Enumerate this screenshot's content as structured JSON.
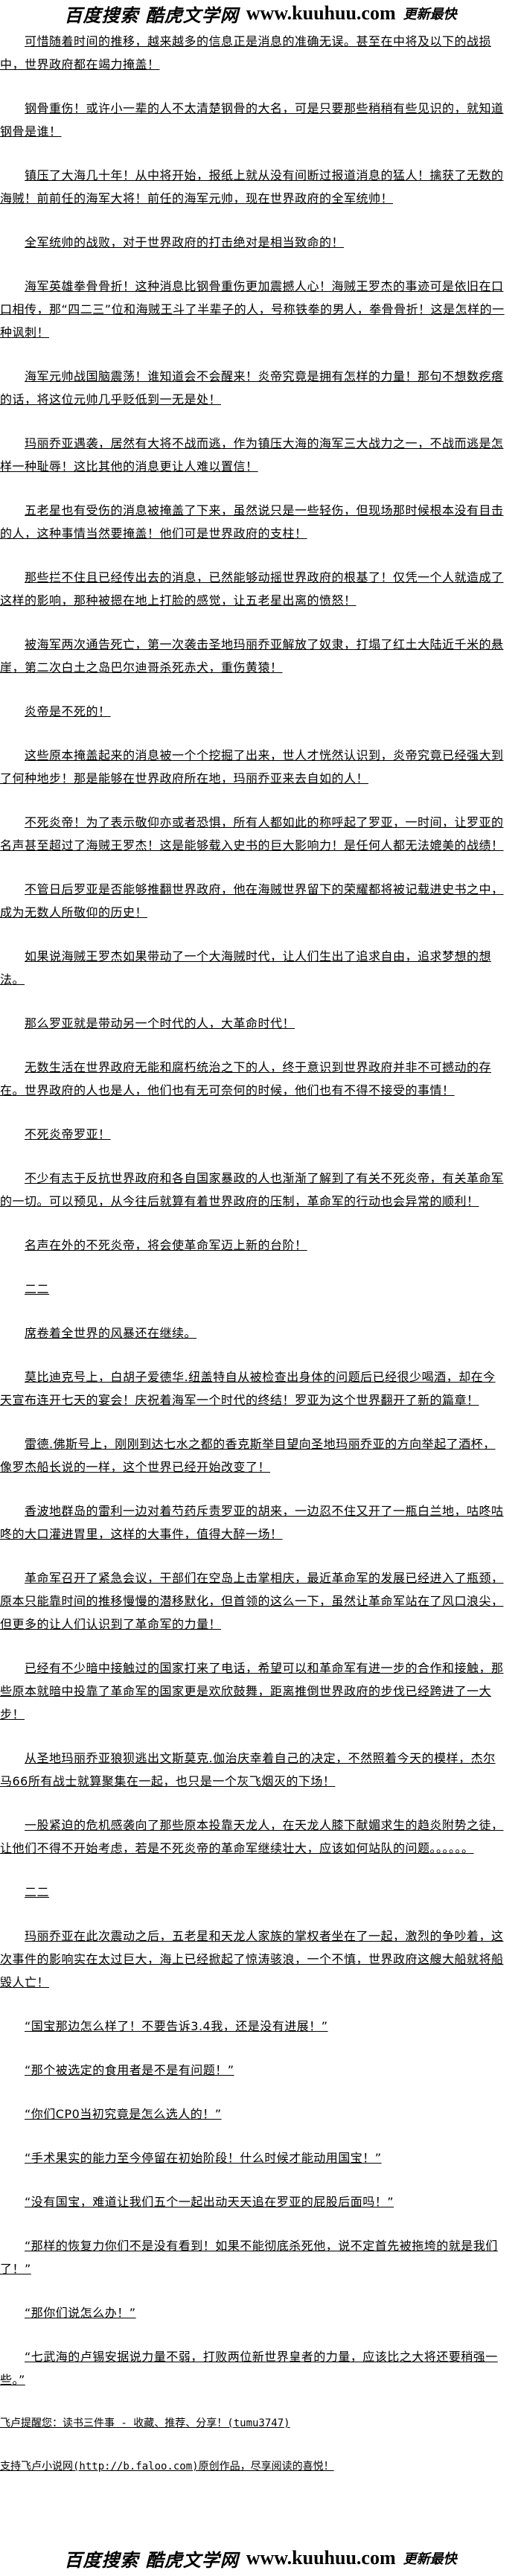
{
  "banner": {
    "part1": "百度搜索 酷虎文学网",
    "url": "www.kuuhuu.com",
    "part2": "更新最快"
  },
  "paragraphs": [
    "可惜随着时间的推移，越来越多的信息正是消息的准确无误。甚至在中将及以下的战损中，世界政府都在竭力掩盖！",
    "钢骨重伤！或许小一辈的人不太清楚钢骨的大名，可是只要那些稍稍有些见识的，就知道钢骨是谁！",
    "镇压了大海几十年！从中将开始，报纸上就从没有间断过报道消息的猛人！擒获了无数的海贼！前前任的海军大将！前任的海军元帅，现在世界政府的全军统帅！",
    "全军统帅的战败，对于世界政府的打击绝对是相当致命的！",
    "海军英雄拳骨骨折！这种消息比钢骨重伤更加震撼人心！海贼王罗杰的事迹可是依旧在口口相传，那“四二三”位和海贼王斗了半辈子的人，号称铁拳的男人，拳骨骨折！这是怎样的一种讽刺！",
    "海军元帅战国脑震荡！谁知道会不会醒来！炎帝究竟是拥有怎样的力量！那句不想数疙瘩的话，将这位元帅几乎贬低到一无是处！",
    "玛丽乔亚遇袭，居然有大将不战而逃，作为镇压大海的海军三大战力之一，不战而逃是怎样一种耻辱！这比其他的消息更让人难以置信！",
    "五老星也有受伤的消息被掩盖了下来，虽然说只是一些轻伤，但现场那时候根本没有目击的人，这种事情当然要掩盖！他们可是世界政府的支柱！",
    "那些拦不住且已经传出去的消息，已然能够动摇世界政府的根基了！仅凭一个人就造成了这样的影响，那种被摁在地上打脸的感觉，让五老星出离的愤怒！",
    "被海军两次通告死亡，第一次袭击圣地玛丽乔亚解放了奴隶，打塌了红土大陆近千米的悬崖，第二次白土之岛巴尔迪哥杀死赤犬，重伤黄猿！",
    "炎帝是不死的！",
    "这些原本掩盖起来的消息被一个个挖掘了出来，世人才恍然认识到，炎帝究竟已经强大到了何种地步！那是能够在世界政府所在地，玛丽乔亚来去自如的人！",
    "不死炎帝！为了表示敬仰亦或者恐惧，所有人都如此的称呼起了罗亚，一时间，让罗亚的名声甚至超过了海贼王罗杰！这是能够载入史书的巨大影响力！是任何人都无法媲美的战绩！",
    "不管日后罗亚是否能够推翻世界政府，他在海贼世界留下的荣耀都将被记载进史书之中，成为无数人所敬仰的历史！",
    "如果说海贼王罗杰如果带动了一个大海贼时代，让人们生出了追求自由，追求梦想的想法。",
    "那么罗亚就是带动另一个时代的人，大革命时代！",
    "无数生活在世界政府无能和腐朽统治之下的人，终于意识到世界政府并非不可撼动的存在。世界政府的人也是人，他们也有无可奈何的时候，他们也有不得不接受的事情！",
    "不死炎帝罗亚！",
    "不少有志于反抗世界政府和各自国家暴政的人也渐渐了解到了有关不死炎帝，有关革命军的一切。可以预见，从今往后就算有着世界政府的压制，革命军的行动也会异常的顺利！",
    "名声在外的不死炎帝，将会使革命军迈上新的台阶！",
    "二二",
    "席卷着全世界的风暴还在继续。",
    "莫比迪克号上，白胡子爱德华.纽盖特自从被检查出身体的问题后已经很少喝酒，却在今天宣布连开七天的宴会！庆祝着海军一个时代的终结！罗亚为这个世界翻开了新的篇章！",
    "雷德.佛斯号上，刚刚到达七水之都的香克斯举目望向圣地玛丽乔亚的方向举起了酒杯，像罗杰船长说的一样，这个世界已经开始改变了！",
    "香波地群岛的雷利一边对着芍药斥责罗亚的胡来，一边忍不住又开了一瓶白兰地，咕咚咕咚的大口灌进胃里，这样的大事件，值得大醉一场！",
    "革命军召开了紧急会议，干部们在空岛上击掌相庆，最近革命军的发展已经进入了瓶颈，原本只能靠时间的推移慢慢的潜移默化，但首领的这么一下，虽然让革命军站在了风口浪尖，但更多的让人们认识到了革命军的力量！",
    "已经有不少暗中接触过的国家打来了电话，希望可以和革命军有进一步的合作和接触，那些原本就暗中投靠了革命军的国家更是欢欣鼓舞，距离推倒世界政府的步伐已经跨进了一大步！",
    "从圣地玛丽乔亚狼狈逃出文斯莫克.伽治庆幸着自己的决定，不然照着今天的模样，杰尔马66所有战士就算聚集在一起，也只是一个灰飞烟灭的下场！",
    "一股紧迫的危机感袭向了那些原本投靠天龙人，在天龙人膝下献媚求生的趋炎附势之徒，让他们不得不开始考虑，若是不死炎帝的革命军继续壮大，应该如何站队的问题。。。。。。",
    "二二",
    "玛丽乔亚在此次震动之后，五老星和天龙人家族的掌权者坐在了一起，激烈的争吵着，这次事件的影响实在太过巨大，海上已经掀起了惊涛骇浪，一个不慎，世界政府这艘大船就将船毁人亡！",
    "“国宝那边怎么样了！不要告诉3.4我，还是没有进展！”",
    "“那个被选定的食用者是不是有问题！”",
    "“你们CP0当初究竟是怎么选人的！”",
    "“手术果实的能力至今停留在初始阶段！什么时候才能动用国宝！”",
    "“没有国宝，难道让我们五个一起出动天天追在罗亚的屁股后面吗！”",
    "“那样的恢复力你们不是没有看到！如果不能彻底杀死他，说不定首先被拖垮的就是我们了！”",
    "“那你们说怎么办！”",
    "“七武海的卢锡安据说力量不弱，打败两位新世界皇者的力量，应该比之大将还要稍强一些。”"
  ],
  "footer": {
    "reminder": "飞卢提醒您：读书三件事 - 收藏、推荐、分享！(tumu3747)",
    "support": "支持飞卢小说网(http://b.faloo.com)原创作品，尽享阅读的喜悦！"
  }
}
